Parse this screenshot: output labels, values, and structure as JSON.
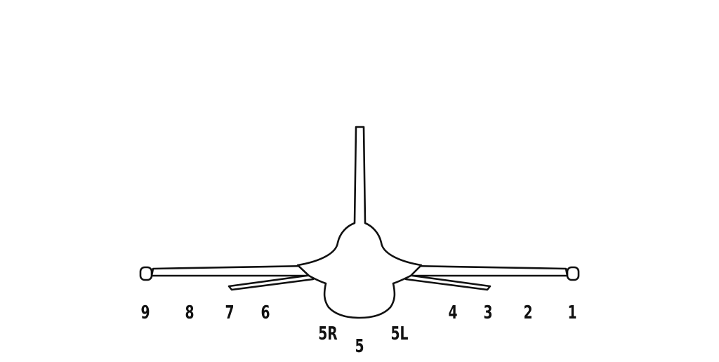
{
  "diagram": {
    "stations": {
      "s9": "9",
      "s8": "8",
      "s7": "7",
      "s6": "6",
      "s5r": "5R",
      "s5": "5",
      "s5l": "5L",
      "s4": "4",
      "s3": "3",
      "s2": "2",
      "s1": "1"
    }
  }
}
